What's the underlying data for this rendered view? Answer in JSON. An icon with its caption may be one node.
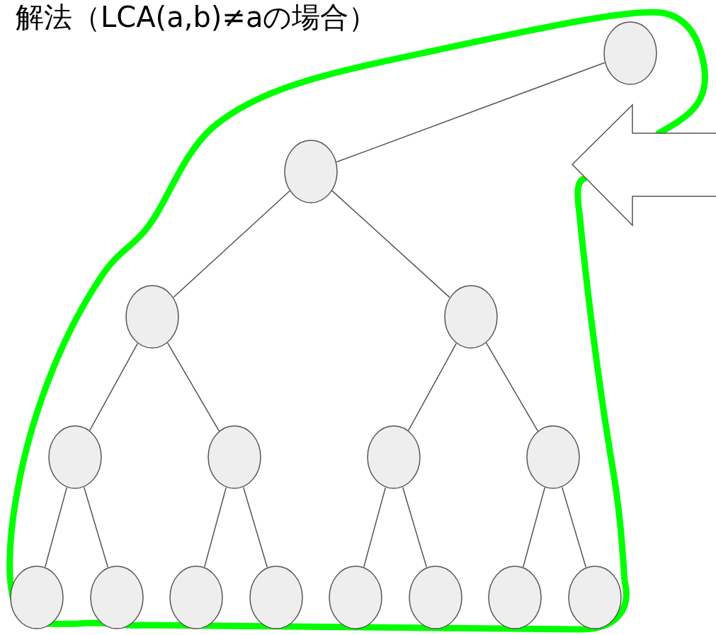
{
  "diagram": {
    "title": "解法（LCA(a,b)≠aの場合）",
    "nodes": [
      {
        "text": [],
        "shape": "circle"
      },
      {
        "text": [],
        "shape": "circle"
      },
      {
        "text": [],
        "shape": "circle"
      },
      {
        "text": [],
        "shape": "circle"
      },
      {
        "text": [],
        "shape": "circle"
      },
      {
        "text": [],
        "shape": "circle"
      },
      {
        "text": [],
        "shape": "circle"
      },
      {
        "text": [],
        "shape": "circle"
      },
      {
        "text": [],
        "shape": "circle"
      },
      {
        "text": [],
        "shape": "circle"
      },
      {
        "text": [],
        "shape": "circle"
      },
      {
        "text": [],
        "shape": "circle"
      },
      {
        "text": [],
        "shape": "circle"
      },
      {
        "text": [],
        "shape": "circle"
      },
      {
        "text": [],
        "shape": "circle"
      },
      {
        "text": [],
        "shape": "circle"
      }
    ],
    "edges": [
      {
        "from": 0,
        "to": 1,
        "arrow": "none"
      },
      {
        "from": 1,
        "to": 2,
        "arrow": "none"
      },
      {
        "from": 1,
        "to": 3,
        "arrow": "none"
      },
      {
        "from": 2,
        "to": 4,
        "arrow": "none"
      },
      {
        "from": 2,
        "to": 5,
        "arrow": "none"
      },
      {
        "from": 3,
        "to": 6,
        "arrow": "none"
      },
      {
        "from": 3,
        "to": 7,
        "arrow": "none"
      },
      {
        "from": 4,
        "to": 8,
        "arrow": "none"
      },
      {
        "from": 4,
        "to": 9,
        "arrow": "none"
      },
      {
        "from": 5,
        "to": 10,
        "arrow": "none"
      },
      {
        "from": 5,
        "to": 11,
        "arrow": "none"
      },
      {
        "from": 6,
        "to": 12,
        "arrow": "none"
      },
      {
        "from": 6,
        "to": 13,
        "arrow": "none"
      },
      {
        "from": 7,
        "to": 14,
        "arrow": "none"
      },
      {
        "from": 7,
        "to": 15,
        "arrow": "none"
      }
    ]
  }
}
